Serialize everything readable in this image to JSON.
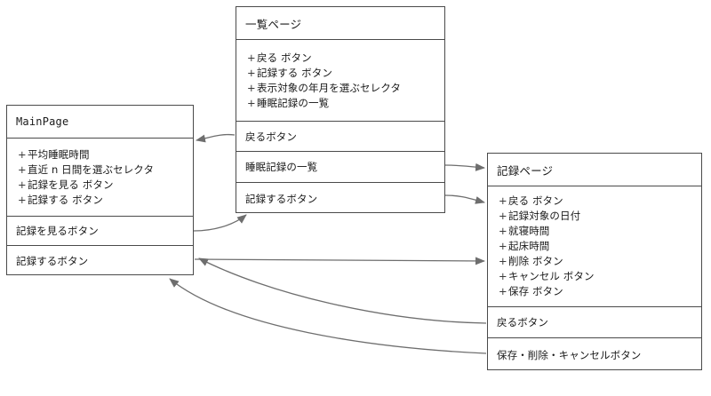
{
  "diagram": {
    "type": "uml-class-diagram",
    "background": "#ffffff",
    "line_color": "#4a4a4a",
    "arrow_color": "#6e6e6e",
    "classes": [
      {
        "id": "main-page",
        "title": "MainPage",
        "attributes": [
          "平均睡眠時間",
          "直近 n 日間を選ぶセレクタ",
          "記録を見る ボタン",
          "記録する ボタン"
        ],
        "operations": [
          "記録を見るボタン",
          "記録するボタン"
        ]
      },
      {
        "id": "list-page",
        "title": "一覧ページ",
        "attributes": [
          "戻る ボタン",
          "記録する ボタン",
          "表示対象の年月を選ぶセレクタ",
          "睡眠記録の一覧"
        ],
        "operations": [
          "戻るボタン",
          "睡眠記録の一覧",
          "記録するボタン"
        ]
      },
      {
        "id": "record-page",
        "title": "記録ページ",
        "attributes": [
          "戻る ボタン",
          "記録対象の日付",
          "就寝時間",
          "起床時間",
          "削除 ボタン",
          "キャンセル ボタン",
          "保存 ボタン"
        ],
        "operations": [
          "戻るボタン",
          "保存・削除・キャンセルボタン"
        ]
      }
    ],
    "visibility_marker": "+",
    "transitions": [
      {
        "from": "main-page",
        "to": "list-page",
        "trigger": "記録を見るボタン"
      },
      {
        "from": "list-page",
        "to": "main-page",
        "trigger": "戻るボタン"
      },
      {
        "from": "list-page",
        "to": "record-page",
        "trigger": "睡眠記録の一覧"
      },
      {
        "from": "list-page",
        "to": "record-page",
        "trigger": "記録するボタン"
      },
      {
        "from": "main-page",
        "to": "record-page",
        "trigger": "記録するボタン"
      },
      {
        "from": "record-page",
        "to": "main-page",
        "trigger": "戻るボタン"
      },
      {
        "from": "record-page",
        "to": "main-page",
        "trigger": "保存・削除・キャンセルボタン"
      }
    ]
  }
}
